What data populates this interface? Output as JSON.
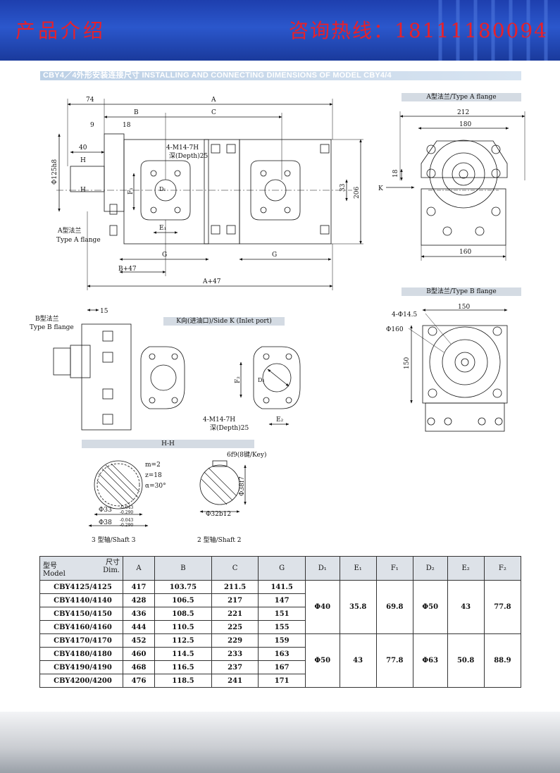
{
  "banner": {
    "title": "产品介绍",
    "hotline": "咨询热线：18111180094"
  },
  "section": {
    "title_cn": "CBY4／4外形安装连接尺寸",
    "title_en": "INSTALLING AND CONNECTING DIMENSIONS OF MODEL CBY4/4"
  },
  "panels": {
    "type_a_flange": "A型法兰/Type A flange",
    "type_b_flange": "B型法兰/Type B  flange",
    "side_k": "K向(进油口)/Side K (Inlet port)",
    "hh": "H-H"
  },
  "labels": {
    "a_flange_cn": "A型法兰",
    "a_flange_en": "Type A flange",
    "b_flange_cn": "B型法兰",
    "b_flange_en": "Type B flange",
    "thread_1": "4-M14-7H",
    "depth_1": "深(Depth)25",
    "thread_2": "4-M14-7H",
    "depth_2": "深(Depth)25",
    "shaft3": "3 型轴/Shaft 3",
    "shaft2": "2 型轴/Shaft 2",
    "key": "6f9(8键/Key)",
    "m": "m=2",
    "z": "z=18",
    "alpha": "α=30°",
    "phi33": "Φ33",
    "phi33_tol_u": "-0.043",
    "phi33_tol_l": "-0.290",
    "phi38": "Φ38",
    "phi38_tol_u": "-0.043",
    "phi38_tol_l": "-0.290",
    "phi38f7": "Φ38f7",
    "phi32b12": "Φ32b12",
    "phi125h8": "Φ125h8",
    "phi14_5": "4-Φ14.5",
    "phi160": "Φ160",
    "dim_74": "74",
    "dim_A": "A",
    "dim_B": "B",
    "dim_C": "C",
    "dim_9": "9",
    "dim_18": "18",
    "dim_40": "40",
    "dim_H": "H",
    "dim_206": "206",
    "dim_33": "33",
    "dim_G": "G",
    "dim_Bp47": "B+47",
    "dim_Ap47": "A+47",
    "dim_E1": "E₁",
    "dim_F1": "F₁",
    "dim_D1": "D₁",
    "dim_212": "212",
    "dim_180": "180",
    "dim_160": "160",
    "dim_K": "K",
    "dim_150": "150",
    "dim_15": "15",
    "dim_D2": "D₂",
    "dim_E2": "E₂",
    "dim_F2": "F₂"
  },
  "table": {
    "header_dim": [
      "尺寸",
      "Dim."
    ],
    "header_model": [
      "型号",
      "Model"
    ],
    "columns": [
      "A",
      "B",
      "C",
      "G",
      "D₁",
      "E₁",
      "F₁",
      "D₂",
      "E₂",
      "F₂"
    ],
    "rows": [
      {
        "model": "CBY4125/4125",
        "A": "417",
        "B": "103.75",
        "C": "211.5",
        "G": "141.5"
      },
      {
        "model": "CBY4140/4140",
        "A": "428",
        "B": "106.5",
        "C": "217",
        "G": "147"
      },
      {
        "model": "CBY4150/4150",
        "A": "436",
        "B": "108.5",
        "C": "221",
        "G": "151"
      },
      {
        "model": "CBY4160/4160",
        "A": "444",
        "B": "110.5",
        "C": "225",
        "G": "155"
      },
      {
        "model": "CBY4170/4170",
        "A": "452",
        "B": "112.5",
        "C": "229",
        "G": "159"
      },
      {
        "model": "CBY4180/4180",
        "A": "460",
        "B": "114.5",
        "C": "233",
        "G": "163"
      },
      {
        "model": "CBY4190/4190",
        "A": "468",
        "B": "116.5",
        "C": "237",
        "G": "167"
      },
      {
        "model": "CBY4200/4200",
        "A": "476",
        "B": "118.5",
        "C": "241",
        "G": "171"
      }
    ],
    "groups": [
      {
        "D1": "Φ40",
        "E1": "35.8",
        "F1": "69.8",
        "D2": "Φ50",
        "E2": "43",
        "F2": "77.8"
      },
      {
        "D1": "Φ50",
        "E1": "43",
        "F1": "77.8",
        "D2": "Φ63",
        "E2": "50.8",
        "F2": "88.9"
      }
    ]
  }
}
